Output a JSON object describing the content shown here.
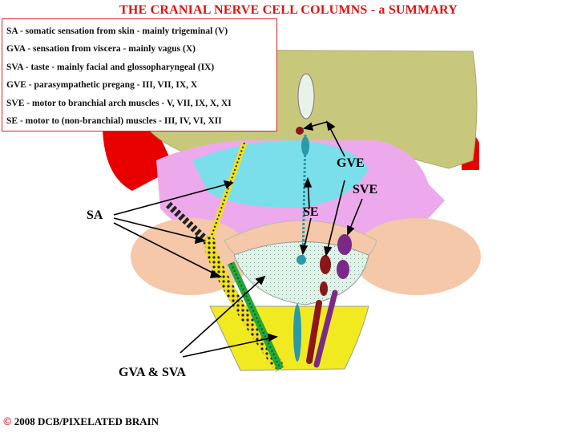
{
  "title": "THE CRANIAL NERVE CELL COLUMNS - a SUMMARY",
  "legend": [
    "SA - somatic sensation from skin - mainly trigeminal (V)",
    "GVA - sensation from viscera - mainly vagus (X)",
    "SVA - taste - mainly facial and glossopharyngeal (IX)",
    "GVE - parasympathetic pregang - III, VII, IX, X",
    "SVE - motor to branchial arch muscles - V,  VII,  IX,  X,  XI",
    "SE - motor to (non-branchial) muscles - III, IV, VI, XII"
  ],
  "labels": {
    "sa": "SA",
    "gve": "GVE",
    "sve": "SVE",
    "se": "SE",
    "gva_sva": "GVA & SVA"
  },
  "footer": {
    "copyright_symbol": "©",
    "text": "2008  DCB/PIXELATED BRAIN"
  },
  "colors": {
    "title": "#e41010",
    "sa_column": "#f0e020",
    "gva_sva_column": "#22a83a",
    "gve_column": "#8b1518",
    "sve_column": "#7a2a86",
    "se_column": "#2a9aa8",
    "midbrain": "#c8c87c",
    "pons": "#ecaaec",
    "cerebellar_peduncle": "#f4c8a8",
    "medulla": "#f2ea20",
    "red_nucleus": "#e80000",
    "tectum": "#6ee4ea"
  }
}
